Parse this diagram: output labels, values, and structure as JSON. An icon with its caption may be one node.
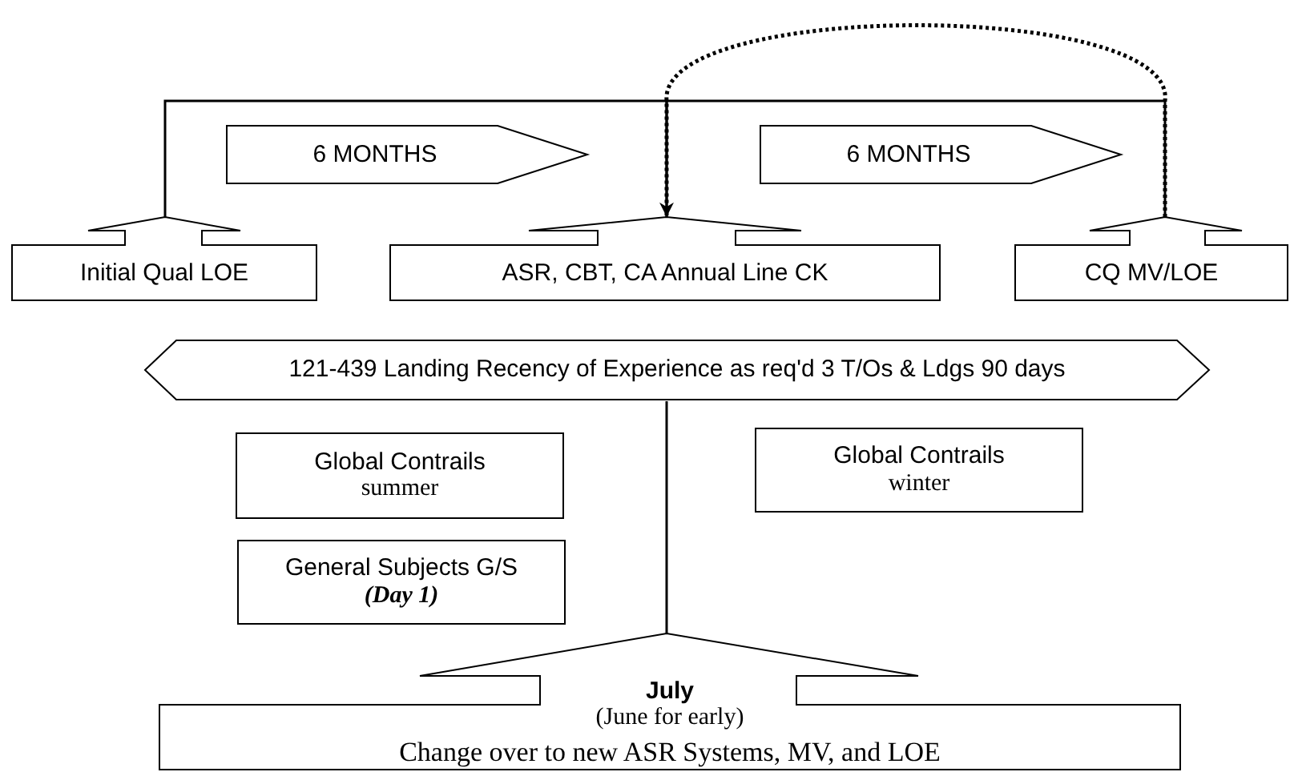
{
  "diagram": {
    "nodes": [
      {
        "text": [
          "6 MONTHS"
        ]
      },
      {
        "text": [
          "6 MONTHS"
        ]
      },
      {
        "text": [
          "Initial Qual LOE"
        ]
      },
      {
        "text": [
          "ASR, CBT, CA Annual Line CK"
        ]
      },
      {
        "text": [
          "CQ MV/LOE"
        ]
      },
      {
        "text": [
          "121-439 Landing Recency of Experience as req'd 3 T/Os & Ldgs 90 days"
        ]
      },
      {
        "text": [
          "Global Contrails",
          "summer"
        ]
      },
      {
        "text": [
          "Global Contrails",
          "winter"
        ]
      },
      {
        "text": [
          "General Subjects G/S",
          "(Day 1)"
        ]
      },
      {
        "text": [
          "July",
          "(June for early)",
          "Change over to new ASR Systems, MV, and LOE"
        ]
      }
    ],
    "edges": [
      {
        "from": 2,
        "to": 3,
        "arrow": "none"
      },
      {
        "from": 3,
        "to": 4,
        "arrow": "none"
      },
      {
        "from": 4,
        "to": 3,
        "arrow": "to",
        "style": "dashed"
      },
      {
        "from": 5,
        "to": 9,
        "arrow": "none"
      }
    ]
  }
}
